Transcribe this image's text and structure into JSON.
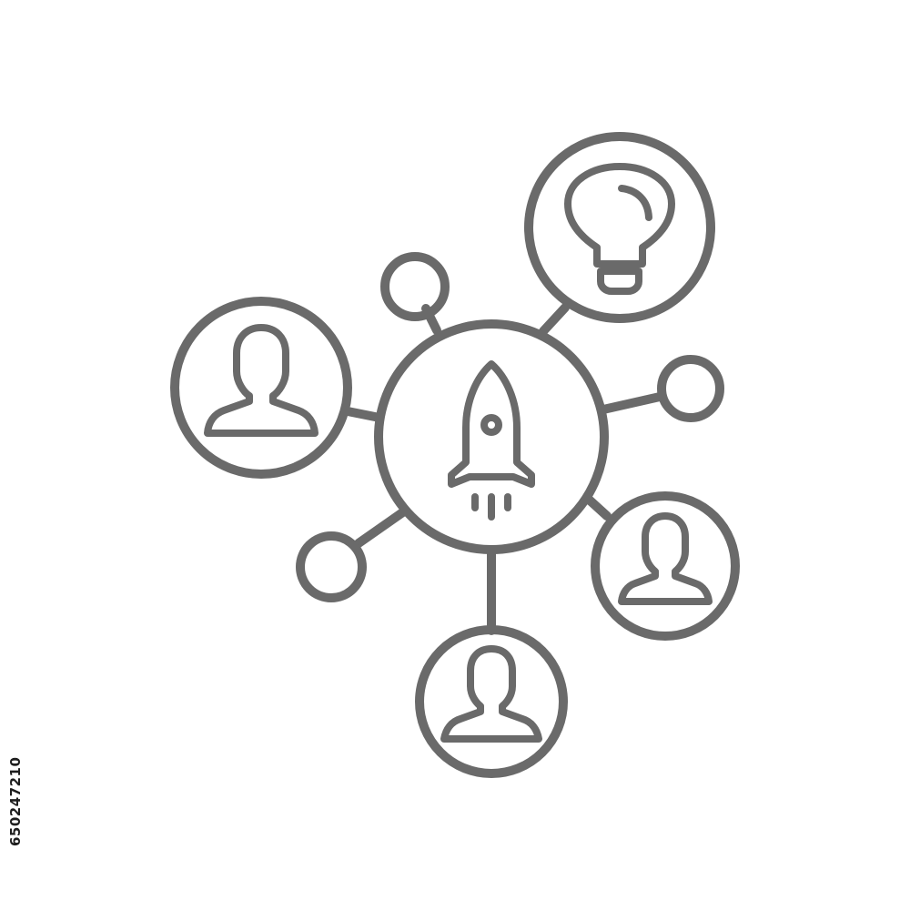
{
  "diagram": {
    "center": {
      "node": "rocket-hub",
      "icon": "rocket-icon"
    },
    "nodes": [
      {
        "id": "lightbulb-node",
        "icon": "lightbulb-icon"
      },
      {
        "id": "person-node-left",
        "icon": "person-icon"
      },
      {
        "id": "person-node-right",
        "icon": "person-icon"
      },
      {
        "id": "person-node-bottom",
        "icon": "person-icon"
      },
      {
        "id": "empty-node-top",
        "icon": ""
      },
      {
        "id": "empty-node-right",
        "icon": ""
      },
      {
        "id": "empty-node-bottom-left",
        "icon": ""
      }
    ],
    "line_color": "#6a6a6a",
    "background_color": "#ffffff"
  },
  "watermark": {
    "image_id": "650247210"
  }
}
